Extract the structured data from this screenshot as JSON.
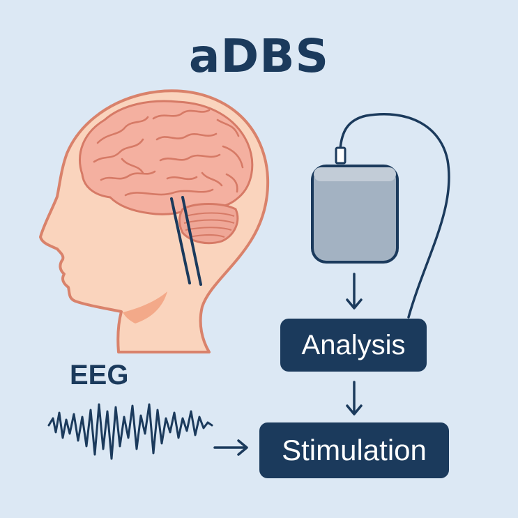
{
  "diagram": {
    "title": "aDBS",
    "eeg_label": "EEG",
    "nodes": {
      "analysis": "Analysis",
      "stimulation": "Stimulation"
    },
    "colors": {
      "background": "#dce8f4",
      "navy": "#1b3a5c",
      "skin": "#fad4bd",
      "skin_outline": "#d9826b",
      "brain": "#f4b0a0",
      "brain_outline": "#d67a66",
      "device": "#a3b2c2"
    }
  }
}
